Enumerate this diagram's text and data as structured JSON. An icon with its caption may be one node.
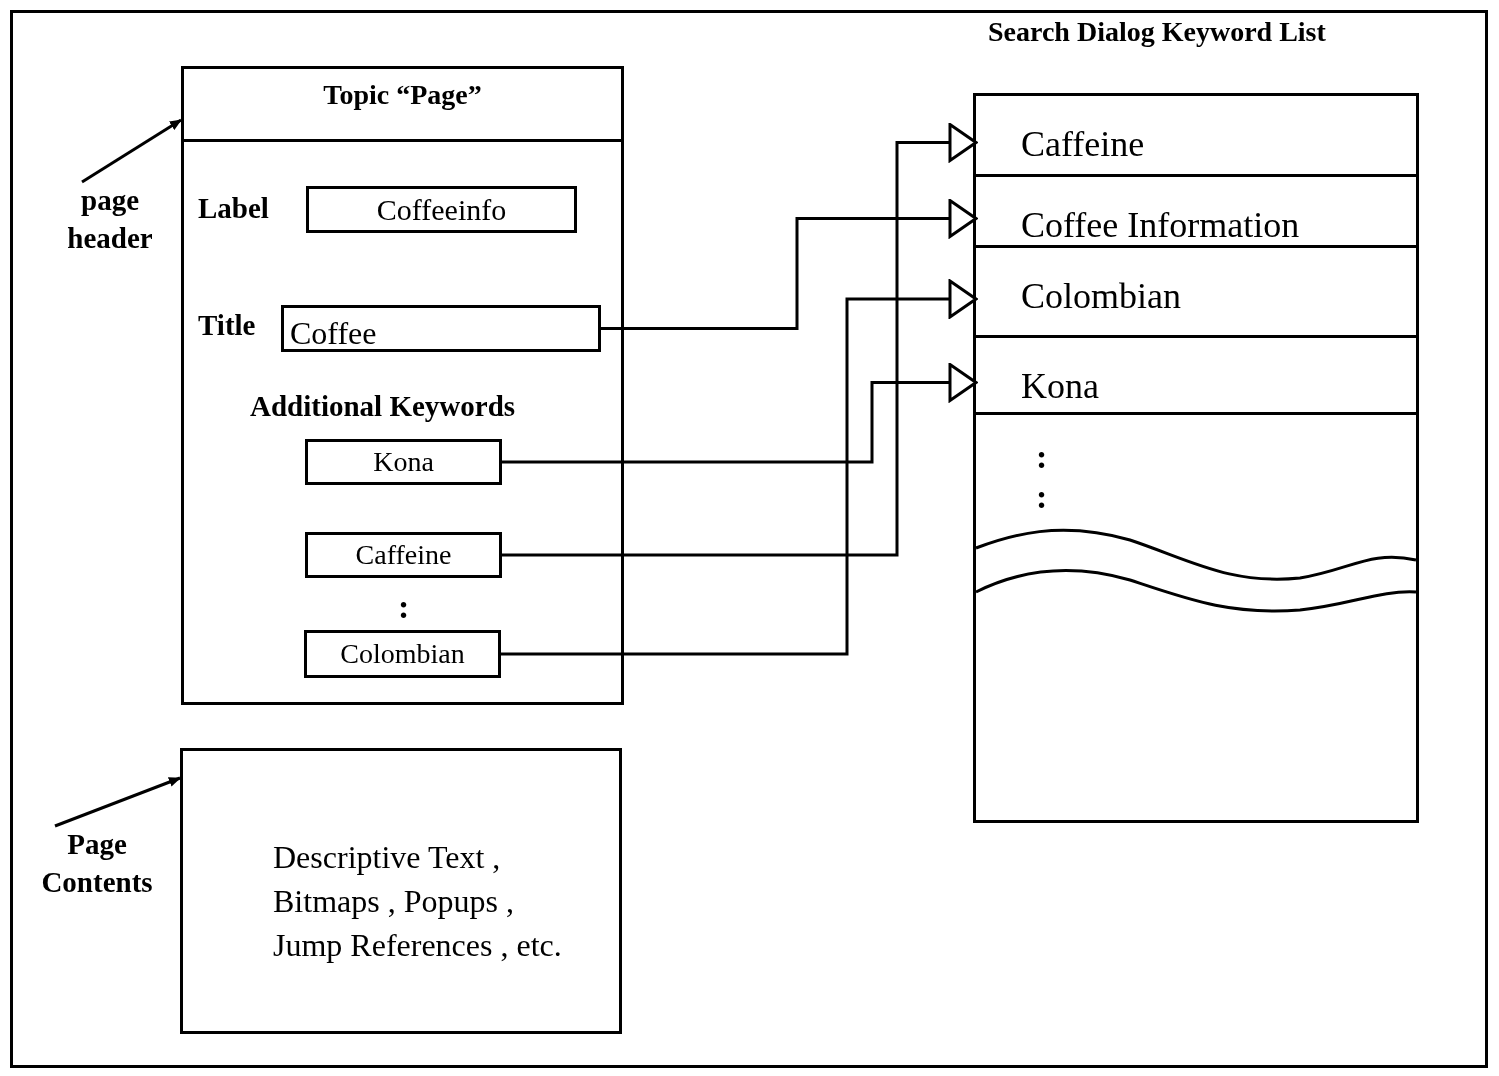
{
  "diagram": {
    "nodes": [
      {
        "text": [
          "Topic “Page”"
        ]
      },
      {
        "text": [
          "page header"
        ]
      },
      {
        "text": [
          "Coffeeinfo"
        ],
        "in": 0,
        "beside": [
          "Label"
        ]
      },
      {
        "text": [
          "Coffee"
        ],
        "in": 0,
        "beside": [
          "Title"
        ]
      },
      {
        "text": [
          "Kona"
        ],
        "in": 0
      },
      {
        "text": [
          "Caffeine"
        ],
        "in": 0
      },
      {
        "text": [
          "Colombian"
        ],
        "in": 0
      },
      {
        "text": [
          "Descriptive Text , Bitmaps , Popups , Jump References , etc."
        ]
      },
      {
        "text": [
          "Page Contents"
        ]
      },
      {
        "text": [
          "Search Dialog Keyword List"
        ]
      },
      {
        "text": [
          "Caffeine"
        ],
        "in": 9
      },
      {
        "text": [
          "Coffee Information"
        ],
        "in": 9
      },
      {
        "text": [
          "Colombian"
        ],
        "in": 9
      },
      {
        "text": [
          "Kona"
        ],
        "in": 9
      }
    ],
    "edges": [
      {
        "from": 1,
        "to": 0,
        "arrow": "to"
      },
      {
        "from": 8,
        "to": 7,
        "arrow": "to"
      },
      {
        "from": 3,
        "to": 11,
        "arrow": "to"
      },
      {
        "from": 4,
        "to": 13,
        "arrow": "to"
      },
      {
        "from": 5,
        "to": 10,
        "arrow": "to"
      },
      {
        "from": 6,
        "to": 12,
        "arrow": "to"
      }
    ],
    "labels": [
      "Additional Keywords",
      ":",
      ":",
      ":"
    ]
  }
}
